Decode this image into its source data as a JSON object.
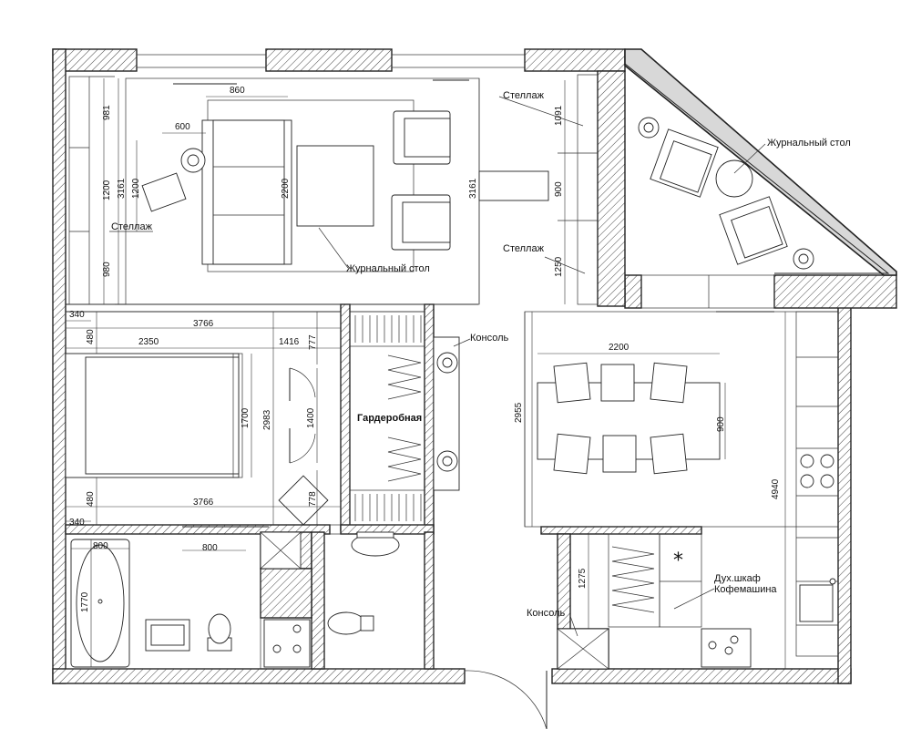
{
  "labels": {
    "shelf_top_right": "Стеллаж",
    "shelf_left": "Стеллаж",
    "shelf_right_mid": "Стеллаж",
    "coffee_table_balcony": "Журнальный стол",
    "coffee_table_living": "Журнальный стол",
    "console_hall": "Консоль",
    "console_entry": "Консоль",
    "wardrobe": "Гардеробная",
    "oven": "Дух.шкаф",
    "coffee_machine": "Кофемашина",
    "star": "*"
  },
  "dimensions": {
    "d860": "860",
    "d600": "600",
    "d2200_sofa": "2200",
    "d3161_left": "3161",
    "d3161_right": "3161",
    "d981": "981",
    "d1200_a": "1200",
    "d1200_b": "1200",
    "d980": "980",
    "d1091": "1091",
    "d900_right": "900",
    "d1250": "1250",
    "d340_top": "340",
    "d3766_top": "3766",
    "d480_top": "480",
    "d2350": "2350",
    "d1416": "1416",
    "d777": "777",
    "d1700": "1700",
    "d2983": "2983",
    "d1400": "1400",
    "d778": "778",
    "d480_bottom": "480",
    "d3766_bottom": "3766",
    "d340_bottom": "340",
    "d800_a": "800",
    "d800_b": "800",
    "d1770": "1770",
    "d2200_dining": "2200",
    "d900_dining": "900",
    "d2955": "2955",
    "d4940": "4940",
    "d1275": "1275"
  }
}
